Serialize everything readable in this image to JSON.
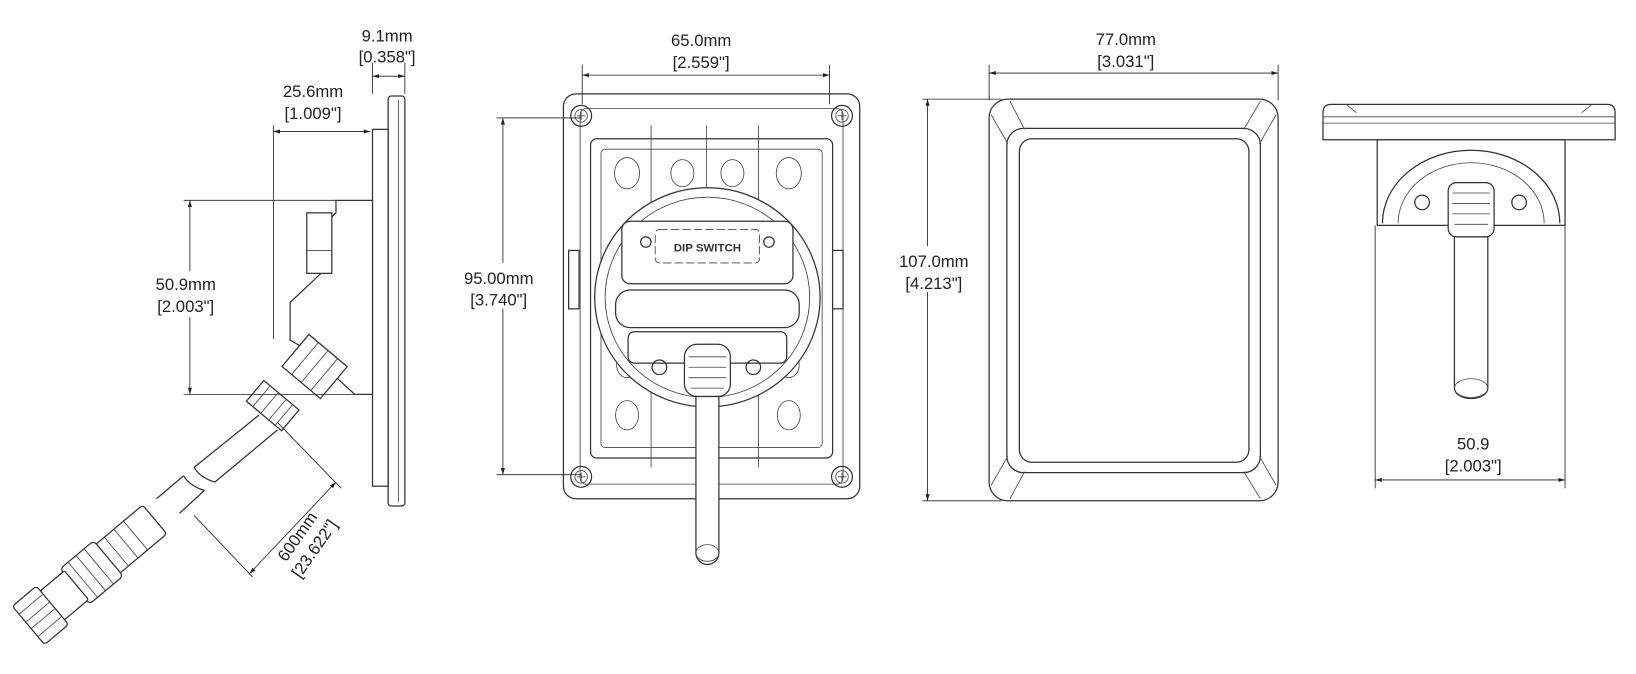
{
  "colors": {
    "line": "#333333",
    "background": "#ffffff"
  },
  "side_view": {
    "face_thickness": {
      "mm": "9.1mm",
      "in": "[0.358\"]"
    },
    "depth": {
      "mm": "25.6mm",
      "in": "[1.009\"]"
    },
    "body_height": {
      "mm": "50.9mm",
      "in": "[2.003\"]"
    },
    "cable_length": {
      "mm": "600mm",
      "in": "[23.622\"]"
    }
  },
  "rear_view": {
    "width": {
      "mm": "65.0mm",
      "in": "[2.559\"]"
    },
    "hole_spacing": {
      "mm": "95.00mm",
      "in": "[3.740\"]"
    },
    "label": "DIP SWITCH"
  },
  "front_view": {
    "width": {
      "mm": "77.0mm",
      "in": "[3.031\"]"
    },
    "height": {
      "mm": "107.0mm",
      "in": "[4.213\"]"
    }
  },
  "bottom_view": {
    "width": {
      "mm": "50.9",
      "in": "[2.003\"]"
    }
  }
}
